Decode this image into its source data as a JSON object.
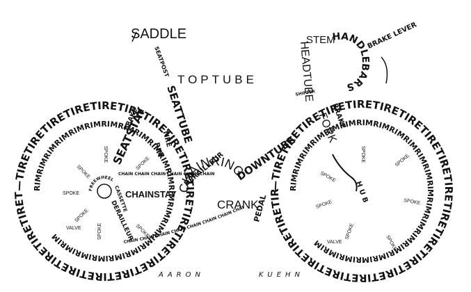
{
  "labels": {
    "saddle": "SADDLE",
    "seatpost": "SEATPOST",
    "toptube": "TOPTUBE",
    "stem": "STEM",
    "handlebars": "HANDLEBARS",
    "brake_lever": "BRAKE LEVER",
    "headtube": "HEADTUBE",
    "shifter": "SHIFTER",
    "fork": "FORK",
    "brake_front": "BRAKE",
    "brake_rear": "BRAKE",
    "seatstay": "SEATSTAY",
    "seattube": "SEATTUBE",
    "tire_small": "TIRE",
    "rim_small": "RIM",
    "downtube": "DOWNTUBE",
    "derailleur_front": "DERAILLEUR",
    "chainring": "CHAINRING",
    "crank": "CRANK",
    "pedal": "PEDAL",
    "chainstay": "CHAINSTAY",
    "cassette": "CASSETTE",
    "freewheel": "FREEWHEEL",
    "derailleur_rear": "DERAILLEUR",
    "hub": "HUB",
    "valve": "VALVE",
    "spoke": "SPOKE",
    "chain": "CHAIN",
    "tire": "TIRE",
    "rim": "RIM"
  },
  "rear_wheel": {
    "tire_text": "—TIRETIRETIRETIRETIRETIRETIRETIRETIRETIRETIRETIRETIRETIRETIRETIRETIRETIRETIRETIRETIRETIRETIRETIRE",
    "rim_text": "RIMRIMRIMRIMRIMRIMRIMRIMRIMRIMRIMRIMRIMRIMRIMRIMRIMRIMRIMRIMRIMRIM"
  },
  "front_wheel": {
    "tire_text": "—TIRETIRETIRETIRETIRETIRETIRETIRETIRETIRETIRETIRETIRETIRETIRETIRETIRETIRETIRETIRETIRETIRETIRETIRE",
    "rim_text": "RIMRIMRIMRIMRIMRIMRIMRIMRIMRIMRIMRIMRIMRIMRIMRIMRIMRIMRIMRIMRIMRIM"
  },
  "chain_text": "CHAIN CHAIN CHAIN CHAIN CHAIN CHAIN",
  "chain_lower_text": "CHAIN CHAIN CHAIN CHAIN CHAIN CHAIN CHAIN CHAIN CHAIN",
  "signature": {
    "first": "AARON",
    "last": "KUEHN"
  },
  "colors": {
    "ink": "#111111",
    "paper": "#ffffff"
  }
}
